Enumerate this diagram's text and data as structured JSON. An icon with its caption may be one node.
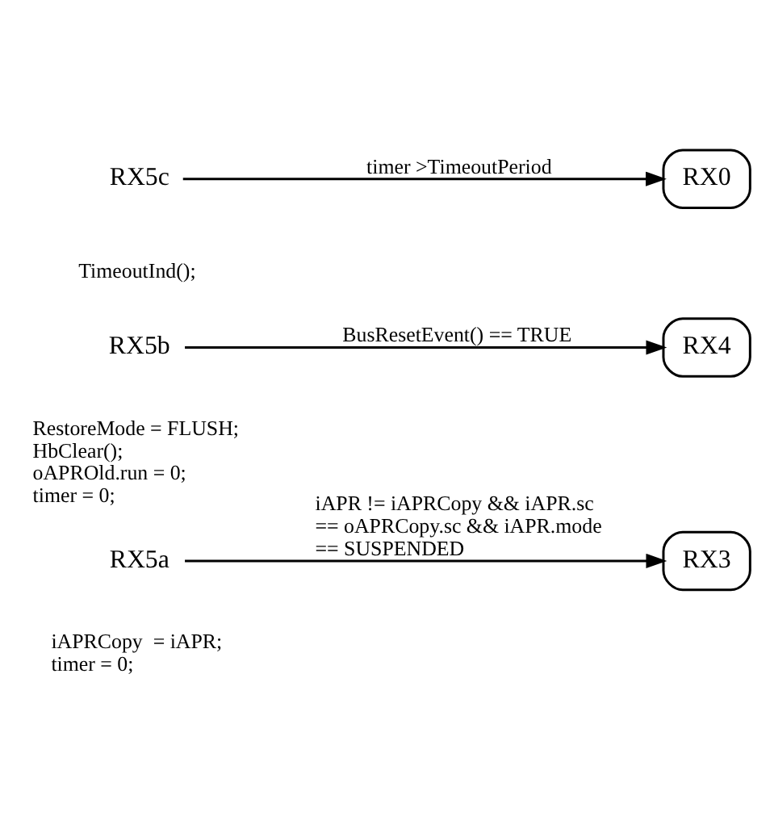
{
  "diagram": {
    "nodes": [
      {
        "text": [
          "RX5a"
        ]
      },
      {
        "text": [
          "RX3"
        ]
      },
      {
        "text": [
          "RX5b"
        ]
      },
      {
        "text": [
          "RX4"
        ]
      },
      {
        "text": [
          "RX5c"
        ]
      },
      {
        "text": [
          "RX0"
        ]
      }
    ],
    "edges": [
      {
        "from": 0,
        "to": 1,
        "arrow": "to",
        "label": "iAPR != iAPRCopy && iAPR.sc == oAPRCopy.sc && iAPR.mode == SUSPENDED"
      },
      {
        "from": 2,
        "to": 3,
        "arrow": "to",
        "label": "BusResetEvent() == TRUE"
      },
      {
        "from": 4,
        "to": 5,
        "arrow": "to",
        "label": "timer >TimeoutPeriod"
      }
    ],
    "labels": [
      "iAPRCopy  = iAPR; timer = 0;",
      "RestoreMode = FLUSH; HbClear(); oAPROld.run = 0; timer = 0;",
      "TimeoutInd();"
    ]
  }
}
